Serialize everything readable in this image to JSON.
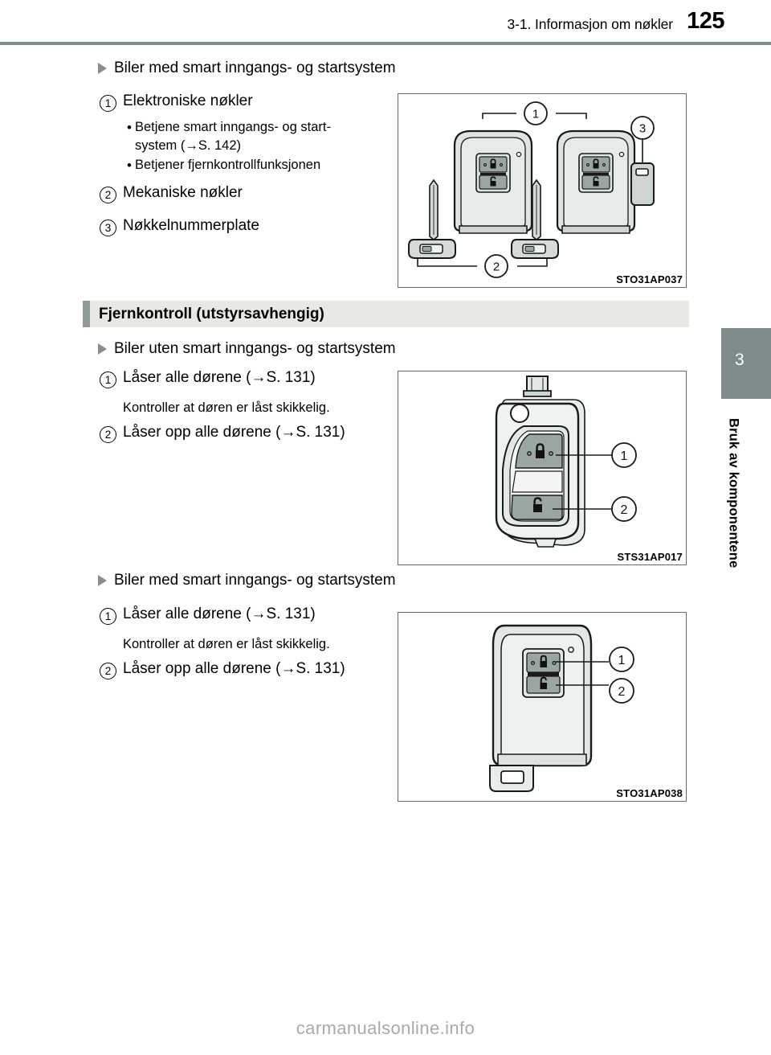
{
  "header": {
    "section_title": "3-1. Informasjon om nøkler",
    "page_number": "125"
  },
  "side_tab": {
    "chapter_number": "3",
    "chapter_label": "Bruk av komponentene"
  },
  "blocks": {
    "intro_heading": "Biler med smart inngangs- og startsystem",
    "item1_label": "1",
    "item1_text": "Elektroniske nøkler",
    "item1_bullets": [
      "Betjene smart inngangs- og start-system (→S. 142)",
      "Betjener fjernkontrollfunksjonen"
    ],
    "item1_bullet1_line1": "Betjene smart inngangs- og start-",
    "item1_bullet1_line2": "system (→S. 142)",
    "item1_bullet2": "Betjener fjernkontrollfunksjonen",
    "item2_label": "2",
    "item2_text": "Mekaniske nøkler",
    "item3_label": "3",
    "item3_text": "Nøkkelnummerplate"
  },
  "section": {
    "title": "Fjernkontroll (utstyrsavhengig)"
  },
  "remote_without": {
    "heading": "Biler uten smart inngangs- og startsystem",
    "item1_label": "1",
    "item1_text": "Låser alle dørene (→S. 131)",
    "item1_note": "Kontroller at døren er låst skikkelig.",
    "item2_label": "2",
    "item2_text": "Låser opp alle dørene (→S. 131)"
  },
  "remote_with": {
    "heading": "Biler med smart inngangs- og startsystem",
    "item1_label": "1",
    "item1_text": "Låser alle dørene (→S. 131)",
    "item1_note": "Kontroller at døren er låst skikkelig.",
    "item2_label": "2",
    "item2_text": "Låser opp alle dørene (→S. 131)"
  },
  "figures": {
    "fig1": {
      "code": "STO31AP037",
      "callout_1": "1",
      "callout_2": "2",
      "callout_3": "3"
    },
    "fig2": {
      "code": "STS31AP017",
      "callout_1": "1",
      "callout_2": "2"
    },
    "fig3": {
      "code": "STO31AP038",
      "callout_1": "1",
      "callout_2": "2"
    }
  },
  "watermark": "carmanualsonline.info",
  "colors": {
    "rule": "#7d8c8a",
    "section_bar_bg": "#e7eae4",
    "section_bar_accent": "#8d9a96",
    "tab": "#7d8c8a",
    "fob_body": "#dfe3e3",
    "fob_button": "#9aa6a2",
    "watermark": "#a9a9a9"
  }
}
